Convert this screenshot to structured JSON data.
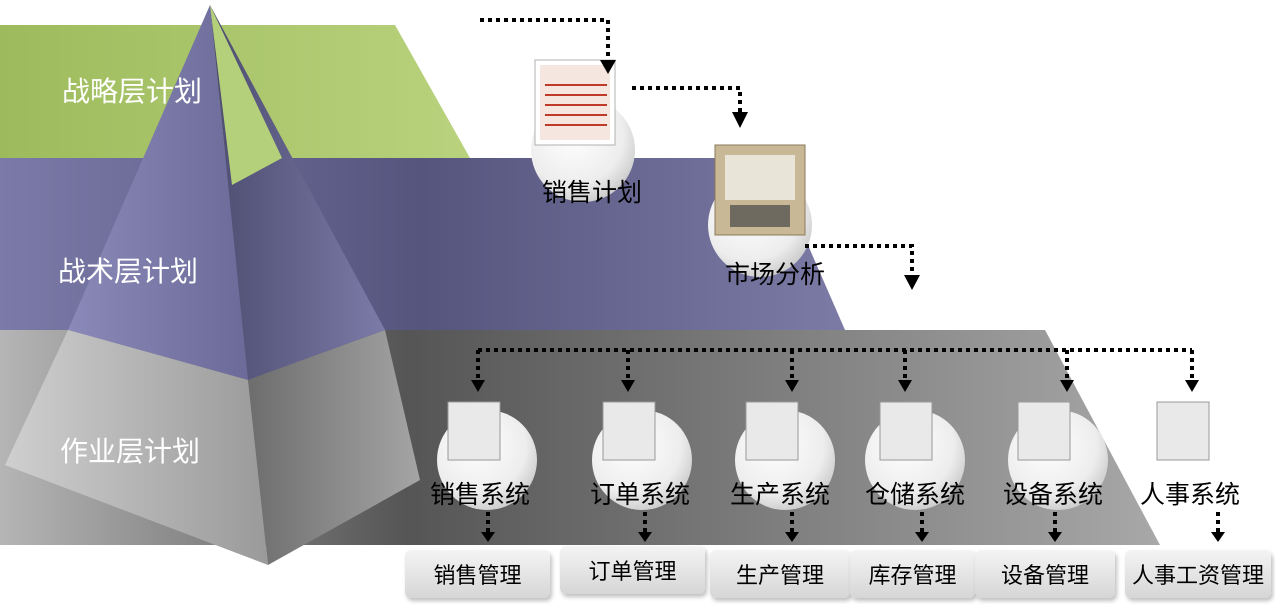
{
  "tiers": {
    "strategic": "战略层计划",
    "tactical": "战术层计划",
    "operational": "作业层计划"
  },
  "top_nodes": {
    "sales_plan": "销售计划",
    "market_analysis": "市场分析"
  },
  "systems": [
    "销售系统",
    "订单系统",
    "生产系统",
    "仓储系统",
    "设备系统",
    "人事系统"
  ],
  "managements": [
    "销售管理",
    "订单管理",
    "生产管理",
    "库存管理",
    "设备管理",
    "人事工资管理"
  ],
  "colors": {
    "strategic": "#a9c46a",
    "tactical": "#6f6e9c",
    "operational": "#9a9a9a"
  }
}
